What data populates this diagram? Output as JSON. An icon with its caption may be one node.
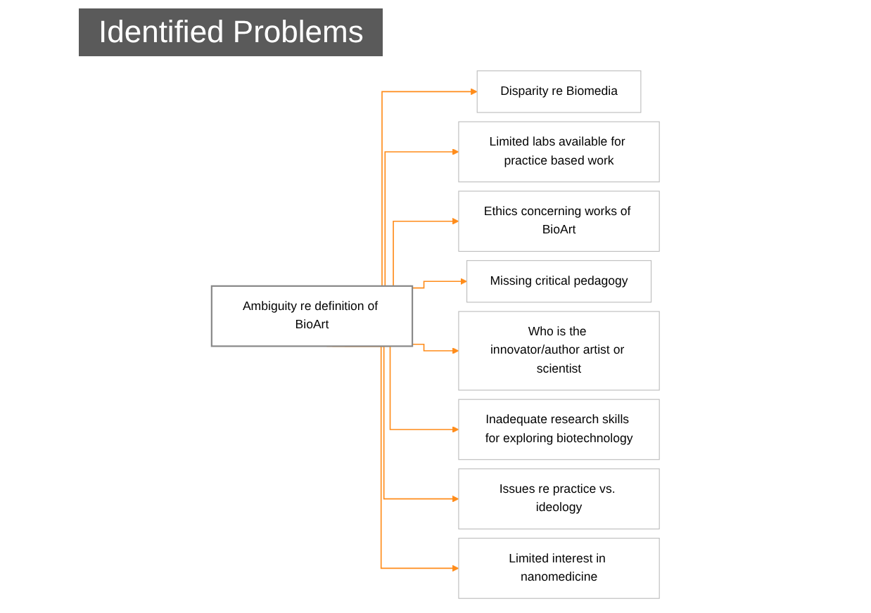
{
  "diagram": {
    "title": "Identified Problems",
    "nodes": [
      {
        "text": [
          "Ambiguity re definition of BioArt"
        ]
      },
      {
        "text": [
          "Disparity re Biomedia"
        ]
      },
      {
        "text": [
          "Limited labs available for practice based work"
        ]
      },
      {
        "text": [
          "Ethics concerning works of BioArt"
        ]
      },
      {
        "text": [
          "Missing critical pedagogy"
        ]
      },
      {
        "text": [
          "Who is the innovator/author artist or scientist"
        ]
      },
      {
        "text": [
          "Inadequate research skills for exploring biotechnology"
        ]
      },
      {
        "text": [
          "Issues re practice vs. ideology"
        ]
      },
      {
        "text": [
          "Limited interest in nanomedicine"
        ]
      }
    ],
    "edges": [
      {
        "from": 0,
        "to": 1,
        "arrow": "to"
      },
      {
        "from": 0,
        "to": 2,
        "arrow": "to"
      },
      {
        "from": 0,
        "to": 3,
        "arrow": "to"
      },
      {
        "from": 0,
        "to": 4,
        "arrow": "to"
      },
      {
        "from": 0,
        "to": 5,
        "arrow": "to"
      },
      {
        "from": 0,
        "to": 6,
        "arrow": "to"
      },
      {
        "from": 0,
        "to": 7,
        "arrow": "to"
      },
      {
        "from": 0,
        "to": 8,
        "arrow": "to"
      }
    ]
  }
}
